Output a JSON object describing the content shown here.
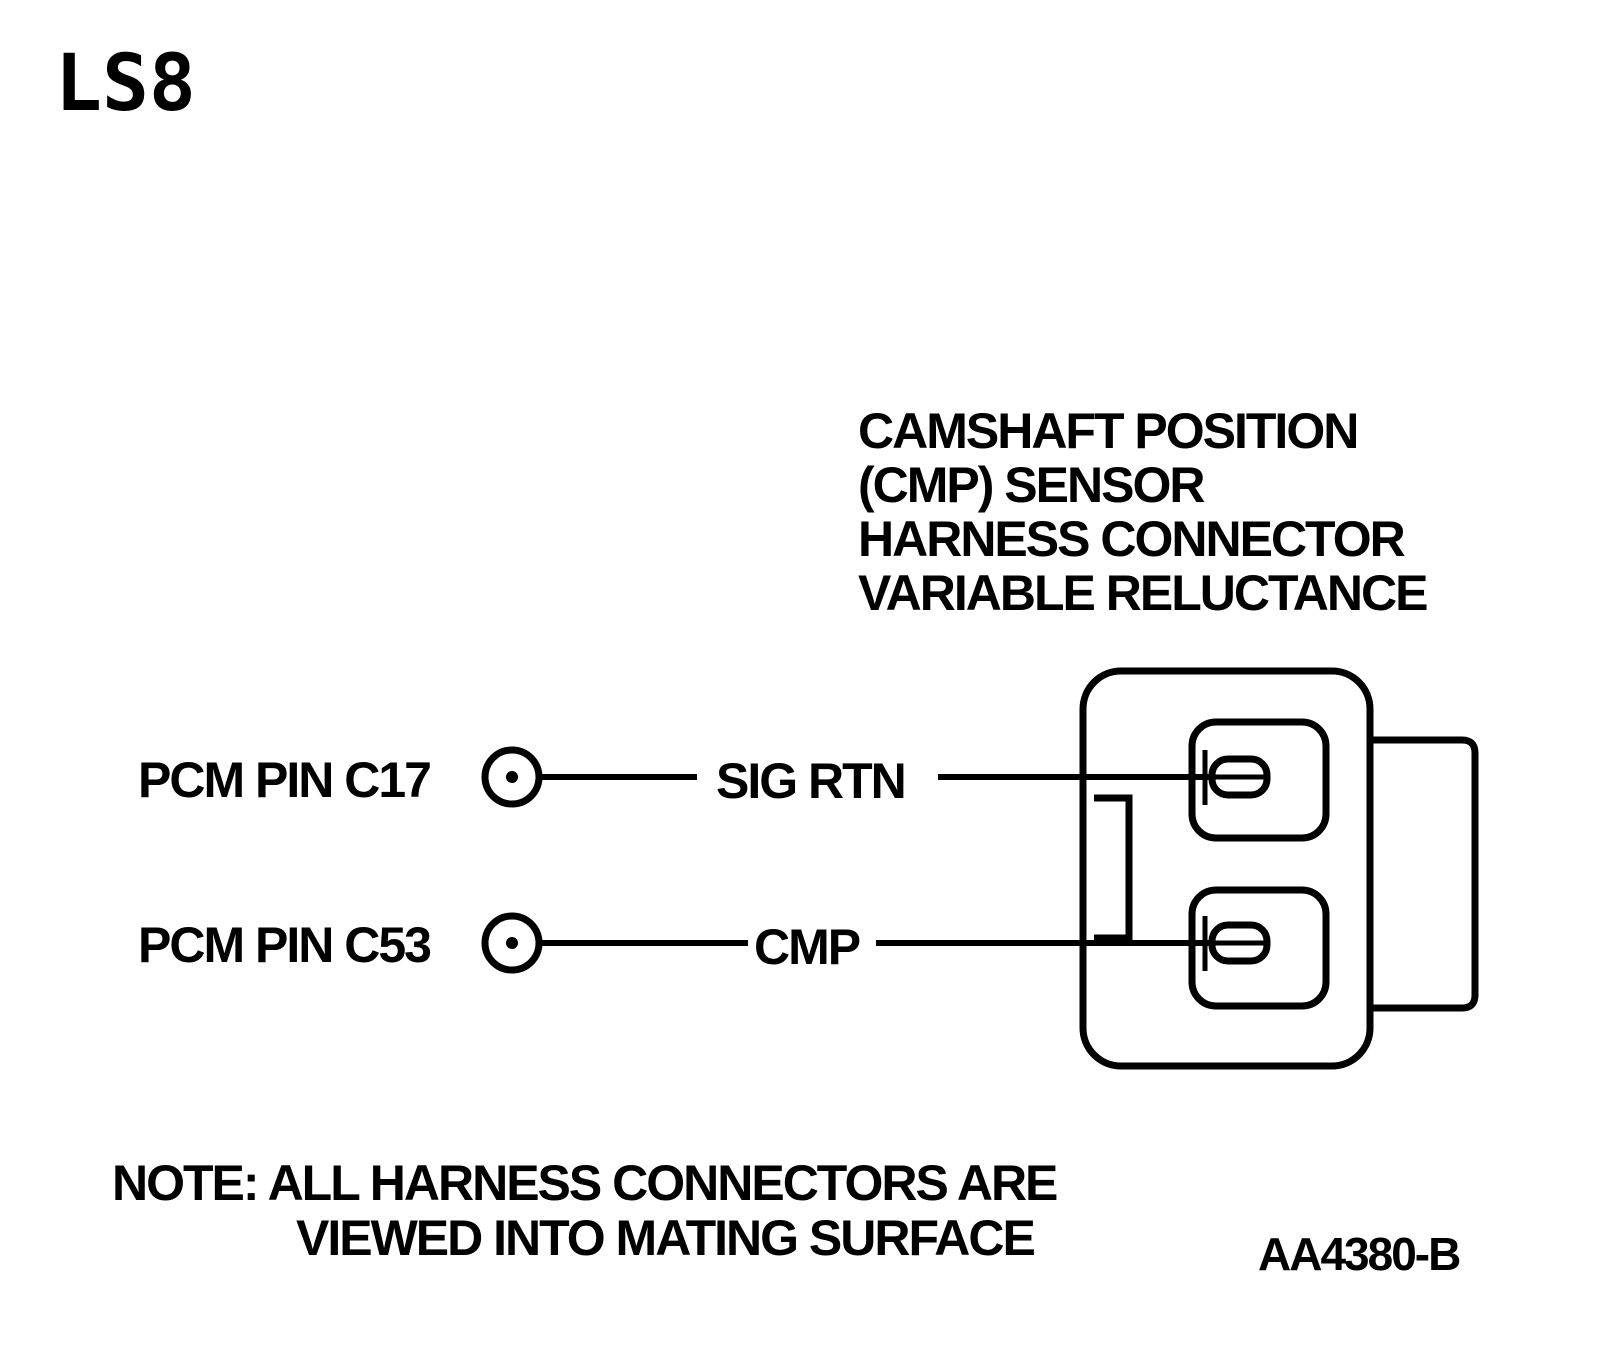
{
  "page_code": "LS8",
  "component": {
    "title_lines": [
      "CAMSHAFT POSITION",
      "(CMP) SENSOR",
      "HARNESS CONNECTOR",
      "VARIABLE RELUCTANCE"
    ]
  },
  "circuits": [
    {
      "pin_label": "PCM PIN C17",
      "wire_label": "SIG RTN"
    },
    {
      "pin_label": "PCM PIN C53",
      "wire_label": "CMP"
    }
  ],
  "note": {
    "line1": "NOTE: ALL HARNESS CONNECTORS ARE",
    "line2": "VIEWED INTO MATING SURFACE"
  },
  "figure_id": "AA4380-B",
  "colors": {
    "ink": "#000000",
    "paper": "#ffffff"
  }
}
